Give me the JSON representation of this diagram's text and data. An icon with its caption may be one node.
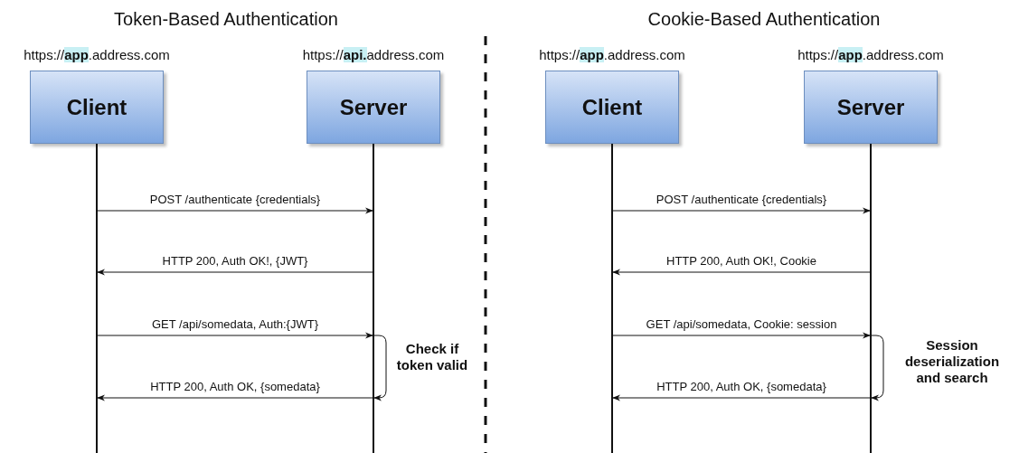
{
  "diagram": {
    "nodes": [
      {
        "text": [
          "https://**app**.address.com",
          "Client"
        ]
      },
      {
        "text": [
          "https://**api.**address.com",
          "Server"
        ]
      },
      {
        "text": [
          "https://**app**.address.com",
          "Client"
        ]
      },
      {
        "text": [
          "https://**app**.address.com",
          "Server"
        ]
      }
    ],
    "edges": [
      {
        "from": 0,
        "to": 1,
        "arrow": "to",
        "label": "POST /authenticate {credentials}"
      },
      {
        "from": 1,
        "to": 0,
        "arrow": "to",
        "label": "HTTP 200, Auth OK!, {JWT}"
      },
      {
        "from": 0,
        "to": 1,
        "arrow": "to",
        "label": "GET /api/somedata, Auth:{JWT}"
      },
      {
        "from": 1,
        "to": 1,
        "arrow": "to",
        "label": "Check if token valid"
      },
      {
        "from": 1,
        "to": 0,
        "arrow": "to",
        "label": "HTTP 200, Auth OK, {somedata}"
      },
      {
        "from": 2,
        "to": 3,
        "arrow": "to",
        "label": "POST /authenticate {credentials}"
      },
      {
        "from": 3,
        "to": 2,
        "arrow": "to",
        "label": "HTTP 200, Auth OK!, Cookie"
      },
      {
        "from": 2,
        "to": 3,
        "arrow": "to",
        "label": "GET /api/somedata, Cookie: session"
      },
      {
        "from": 3,
        "to": 3,
        "arrow": "to",
        "label": "Session deserialization and search"
      },
      {
        "from": 3,
        "to": 2,
        "arrow": "to",
        "label": "HTTP 200, Auth OK, {somedata}"
      }
    ],
    "labels": [
      "Token-Based Authentication",
      "Cookie-Based Authentication"
    ]
  }
}
